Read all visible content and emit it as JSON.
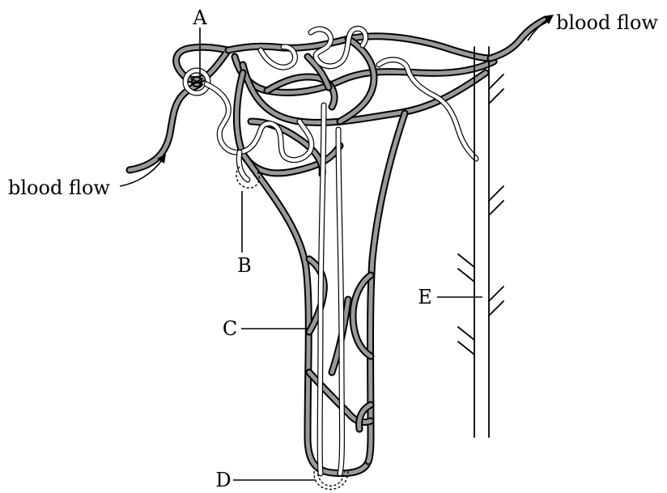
{
  "labels": {
    "a": "A",
    "b": "B",
    "c": "C",
    "d": "D",
    "e": "E",
    "flow_in": "blood flow",
    "flow_out": "blood flow"
  }
}
